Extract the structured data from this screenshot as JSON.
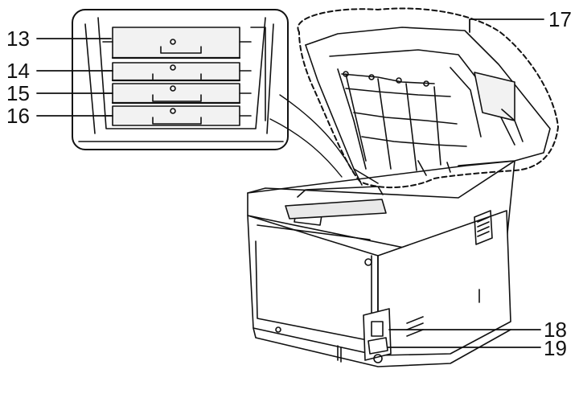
{
  "figure": {
    "callouts": [
      {
        "id": "c13",
        "label": "13"
      },
      {
        "id": "c14",
        "label": "14"
      },
      {
        "id": "c15",
        "label": "15"
      },
      {
        "id": "c16",
        "label": "16"
      },
      {
        "id": "c17",
        "label": "17"
      },
      {
        "id": "c18",
        "label": "18"
      },
      {
        "id": "c19",
        "label": "19"
      }
    ],
    "colors": {
      "ink": "#111111",
      "paper": "#ffffff",
      "shade": "#e9e9e9"
    }
  }
}
